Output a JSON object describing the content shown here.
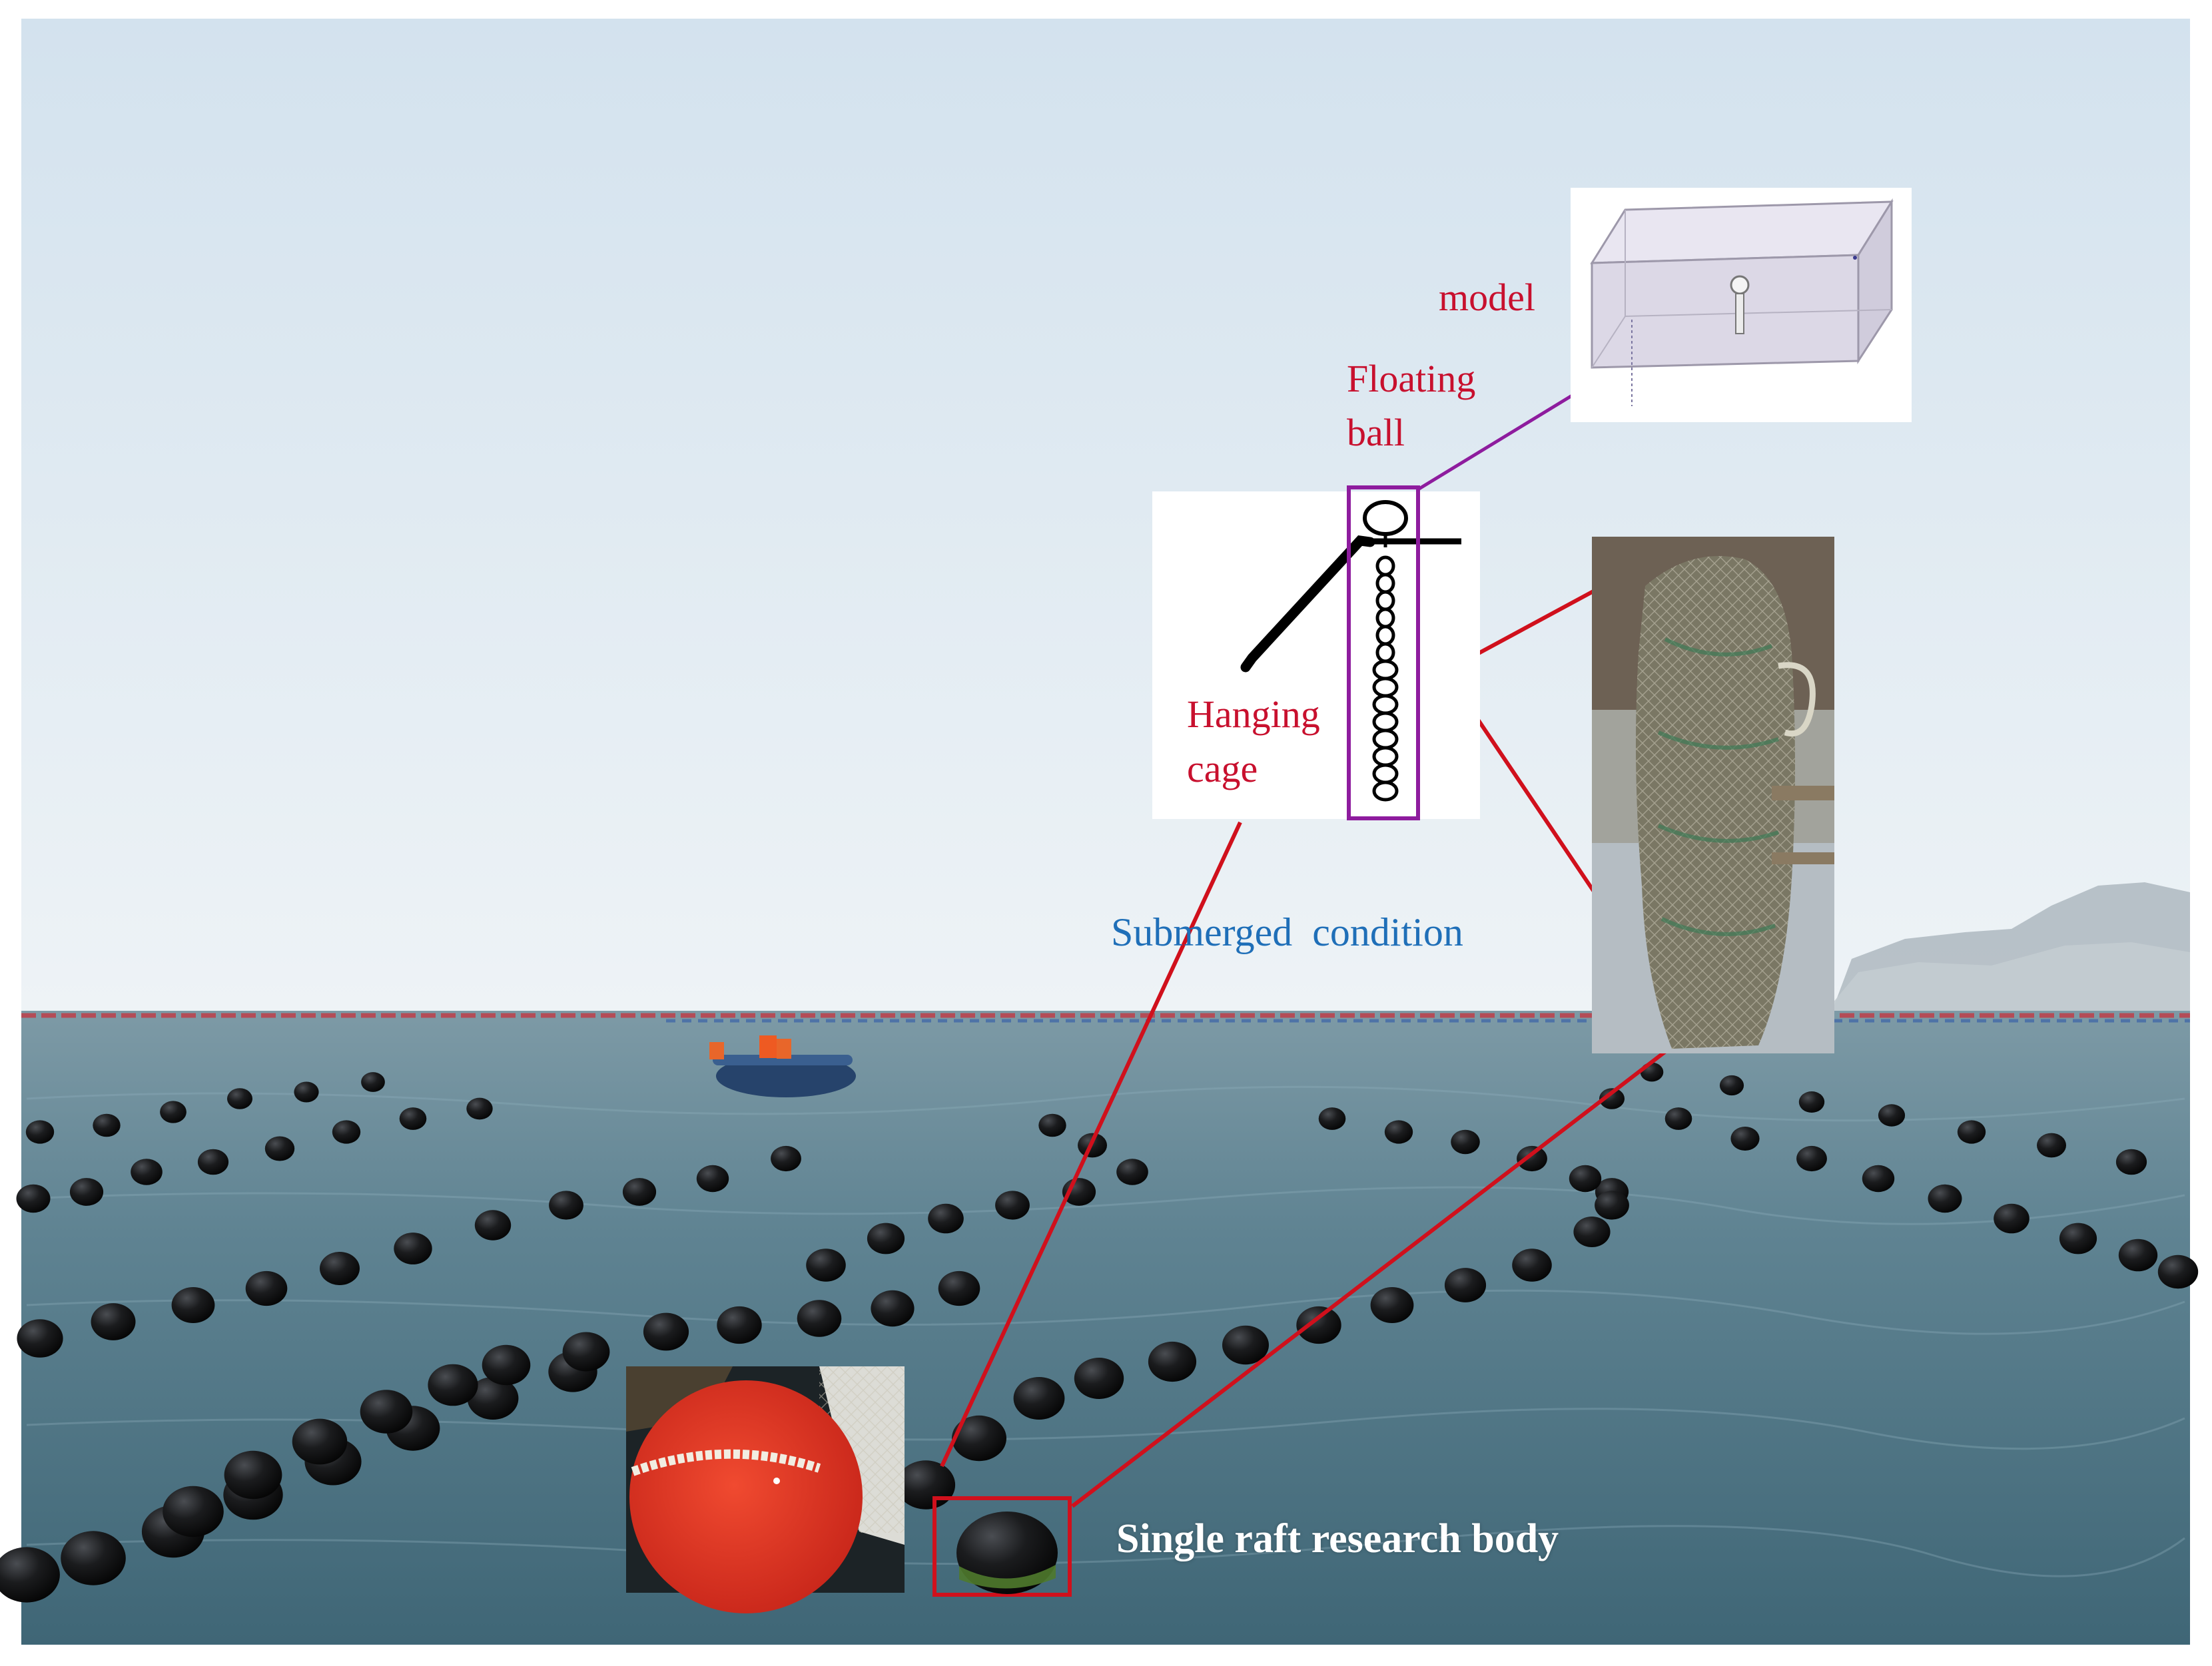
{
  "labels": {
    "model": "model",
    "floating_ball_line1": "Floating",
    "floating_ball_line2": "ball",
    "hanging_cage_line1": "Hanging",
    "hanging_cage_line2": "cage",
    "submerged": "Submerged  condition",
    "research_body": "Single raft research body"
  },
  "colors": {
    "label_red": "#c8102e",
    "label_blue": "#1f6fb8",
    "callout_red": "#d0101c",
    "callout_purple": "#8e1c9e",
    "sea": "#4f7686",
    "sky": "#e3edf4",
    "buoy": "#141516",
    "float_ball_photo": "#e0321f"
  }
}
